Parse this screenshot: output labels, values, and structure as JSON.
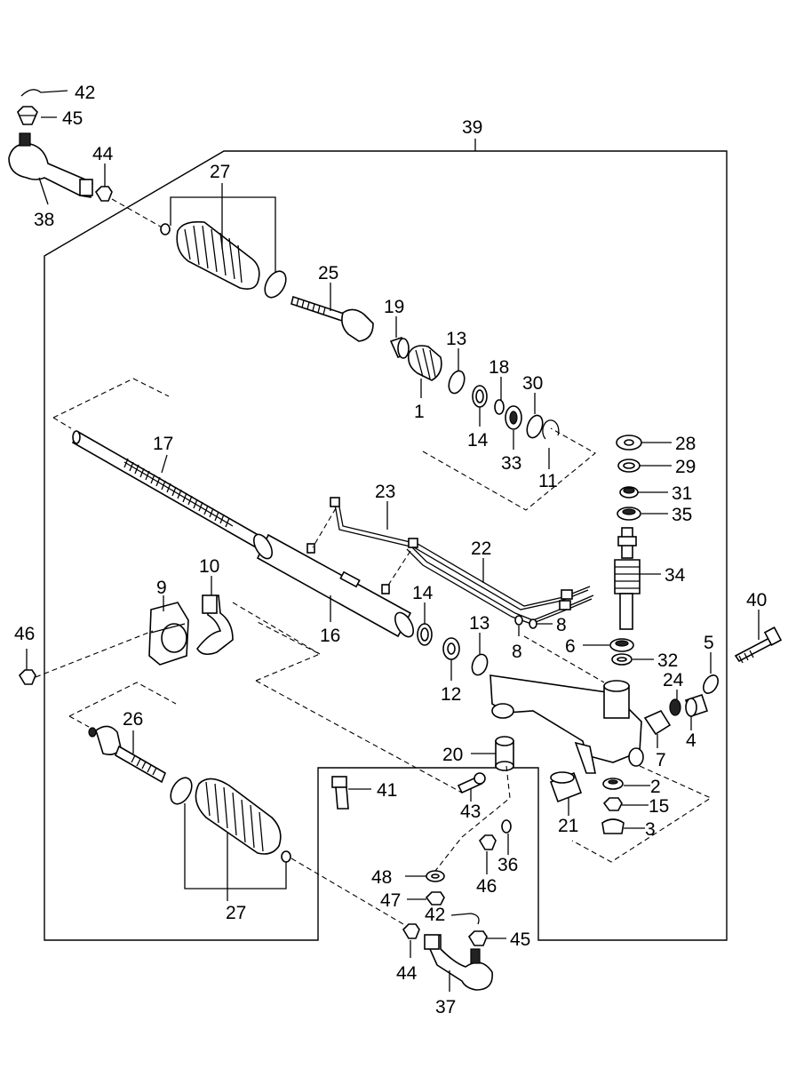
{
  "labels": {
    "p1": "1",
    "p2": "2",
    "p3": "3",
    "p4": "4",
    "p5": "5",
    "p6": "6",
    "p7": "7",
    "p8a": "8",
    "p8b": "8",
    "p9": "9",
    "p10": "10",
    "p11": "11",
    "p12": "12",
    "p13a": "13",
    "p13b": "13",
    "p14a": "14",
    "p14b": "14",
    "p15": "15",
    "p16": "16",
    "p17": "17",
    "p18": "18",
    "p19": "19",
    "p20": "20",
    "p21": "21",
    "p22": "22",
    "p23": "23",
    "p24": "24",
    "p25": "25",
    "p26": "26",
    "p27a": "27",
    "p27b": "27",
    "p28": "28",
    "p29": "29",
    "p30": "30",
    "p31": "31",
    "p32": "32",
    "p33": "33",
    "p34": "34",
    "p35": "35",
    "p36": "36",
    "p37": "37",
    "p38": "38",
    "p39": "39",
    "p40": "40",
    "p41": "41",
    "p42a": "42",
    "p42b": "42",
    "p43": "43",
    "p44a": "44",
    "p44b": "44",
    "p45a": "45",
    "p45b": "45",
    "p46a": "46",
    "p46b": "46",
    "p47": "47",
    "p48": "48"
  }
}
